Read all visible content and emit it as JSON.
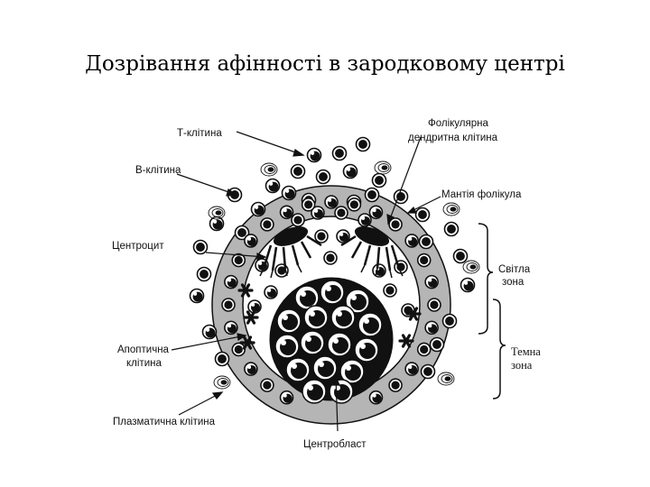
{
  "title": "Дозрівання афінності в зародковому центрі",
  "labels": {
    "t_cell": "Т-клітина",
    "b_cell": "В-клітина",
    "centrocyte": "Центроцит",
    "apoptotic_line1": "Апоптична",
    "apoptotic_line2": "клітина",
    "plasma_cell": "Плазматична клітина",
    "centroblast": "Центробласт",
    "fdc_line1": "Фолікулярна",
    "fdc_line2": "дендритна клітина",
    "mantle": "Мантія фолікула",
    "light_zone_line1": "Світла",
    "light_zone_line2": "зона",
    "dark_zone_line1": "Темна",
    "dark_zone_line2": "зона"
  },
  "colors": {
    "ink": "#111111",
    "mantle_ring": "#b5b5b5",
    "background": "#ffffff"
  }
}
